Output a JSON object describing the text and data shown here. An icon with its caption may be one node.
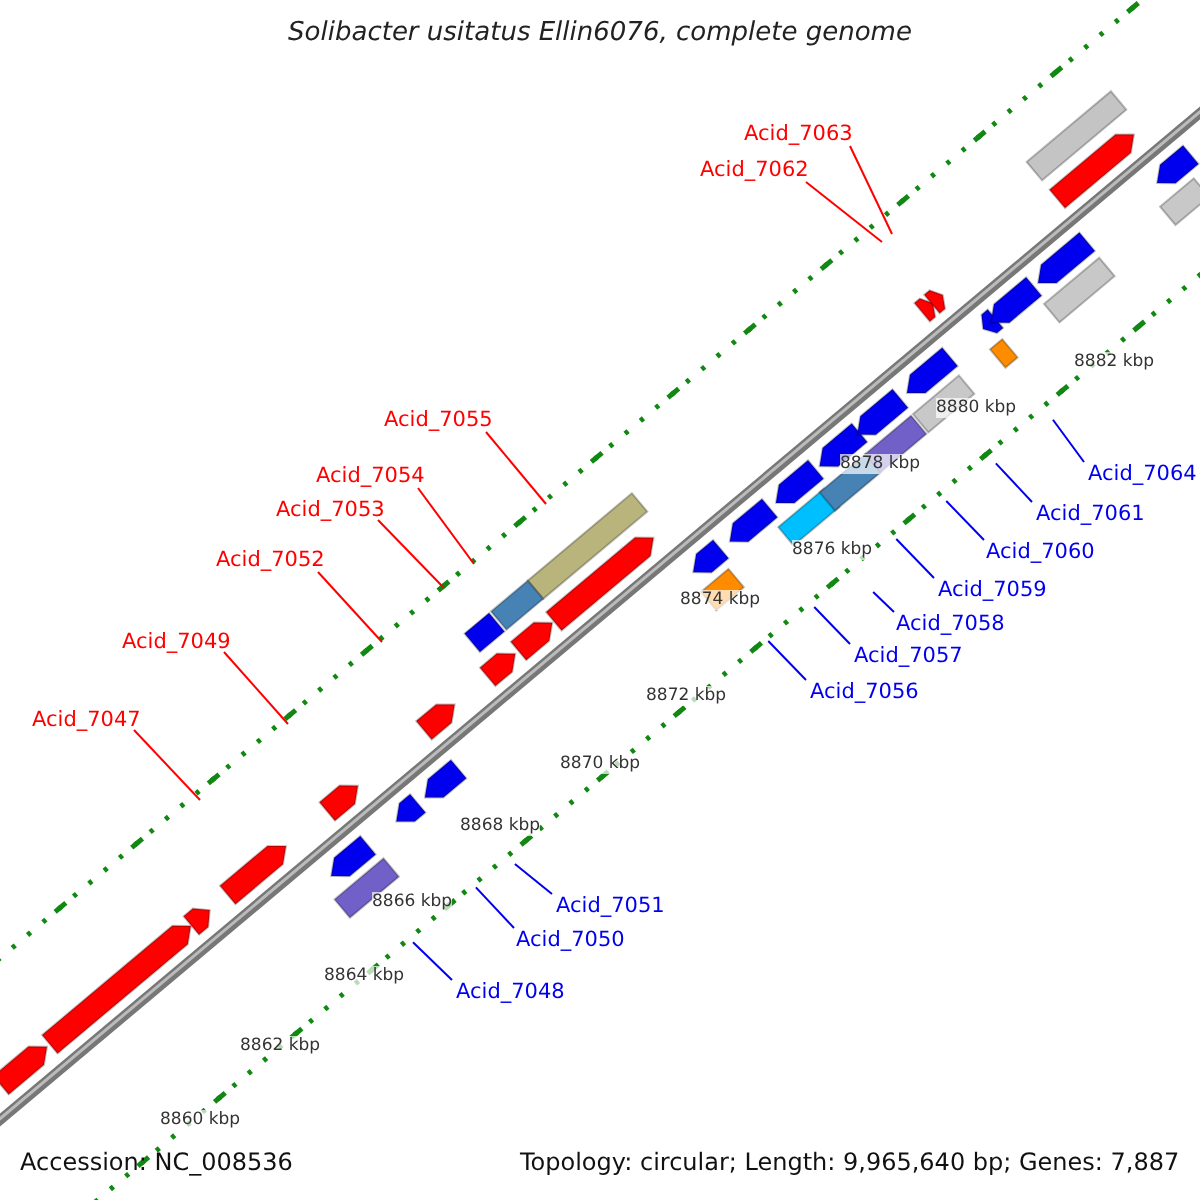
{
  "diagram": {
    "title": "Solibacter usitatus Ellin6076, complete genome",
    "nodes": [
      {
        "text": [
          "Acid_7063"
        ]
      },
      {
        "text": [
          "Acid_7062"
        ]
      },
      {
        "text": [
          "Acid_7055"
        ]
      },
      {
        "text": [
          "Acid_7064"
        ]
      },
      {
        "text": [
          "Acid_7054"
        ]
      },
      {
        "text": [
          "Acid_7053"
        ]
      },
      {
        "text": [
          "Acid_7061"
        ]
      },
      {
        "text": [
          "Acid_7060"
        ]
      },
      {
        "text": [
          "Acid_7052"
        ]
      },
      {
        "text": [
          "Acid_7059"
        ]
      },
      {
        "text": [
          "Acid_7058"
        ]
      },
      {
        "text": [
          "Acid_7049"
        ]
      },
      {
        "text": [
          "Acid_7057"
        ]
      },
      {
        "text": [
          "Acid_7056"
        ]
      },
      {
        "text": [
          "Acid_7047"
        ]
      },
      {
        "text": [
          "Acid_7051"
        ]
      },
      {
        "text": [
          "Acid_7050"
        ]
      },
      {
        "text": [
          "Acid_7048"
        ]
      }
    ],
    "edges": [
      {
        "from": 0,
        "to": null,
        "arrow": "none",
        "color": "#ff0000"
      },
      {
        "from": 1,
        "to": null,
        "arrow": "none",
        "color": "#ff0000"
      },
      {
        "from": 2,
        "to": null,
        "arrow": "none",
        "color": "#ff0000"
      },
      {
        "from": 3,
        "to": null,
        "arrow": "none"
      },
      {
        "from": 4,
        "to": null,
        "arrow": "none",
        "color": "#ff0000"
      },
      {
        "from": 5,
        "to": null,
        "arrow": "none",
        "color": "#ff0000"
      },
      {
        "from": 6,
        "to": null,
        "arrow": "none"
      },
      {
        "from": 7,
        "to": null,
        "arrow": "none"
      },
      {
        "from": 8,
        "to": null,
        "arrow": "none",
        "color": "#ff0000"
      },
      {
        "from": 9,
        "to": null,
        "arrow": "none"
      },
      {
        "from": 10,
        "to": null,
        "arrow": "none"
      },
      {
        "from": 11,
        "to": null,
        "arrow": "none",
        "color": "#ff0000"
      },
      {
        "from": 12,
        "to": null,
        "arrow": "none"
      },
      {
        "from": 13,
        "to": null,
        "arrow": "none"
      },
      {
        "from": 14,
        "to": null,
        "arrow": "none",
        "color": "#ff0000"
      },
      {
        "from": 15,
        "to": null,
        "arrow": "none"
      },
      {
        "from": 16,
        "to": null,
        "arrow": "none"
      },
      {
        "from": 17,
        "to": null,
        "arrow": "none"
      }
    ],
    "labels": [
      "8882 kbp",
      "8880 kbp",
      "8878 kbp",
      "8876 kbp",
      "8874 kbp",
      "8872 kbp",
      "8870 kbp",
      "8868 kbp",
      "8866 kbp",
      "8864 kbp",
      "8862 kbp",
      "8860 kbp",
      "Accession: NC_008536",
      "Topology: circular; Length: 9,965,640 bp; Genes: 7,887"
    ]
  }
}
